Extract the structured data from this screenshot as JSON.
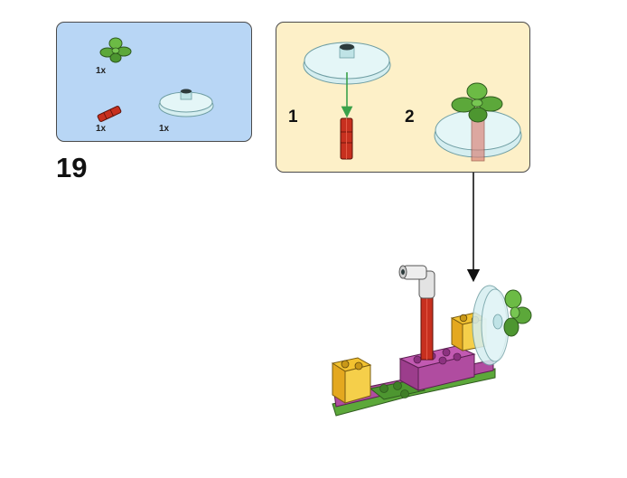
{
  "step": {
    "number": "19"
  },
  "parts_list": [
    {
      "name": "flower-plate",
      "qty": "1x",
      "color": "#5ca83a"
    },
    {
      "name": "pin-connector",
      "qty": "1x",
      "color": "#c7301f"
    },
    {
      "name": "transparent-dish",
      "qty": "1x",
      "color": "#cfe9ec"
    }
  ],
  "sub_steps": [
    {
      "number": "1"
    },
    {
      "number": "2"
    }
  ],
  "colors": {
    "parts_box_bg": "#b8d6f5",
    "substep_box_bg": "#fdf0c8",
    "guide_arrow": "#3aa14a",
    "callout_arrow": "#111111"
  }
}
